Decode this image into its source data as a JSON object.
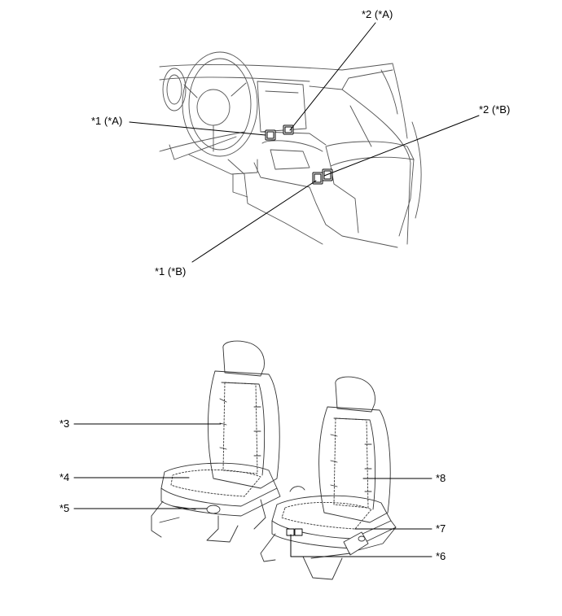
{
  "callouts": {
    "c1a": "*1 (*A)",
    "c2a": "*2 (*A)",
    "c2b": "*2 (*B)",
    "c1b": "*1 (*B)",
    "c3": "*3",
    "c4": "*4",
    "c5": "*5",
    "c6": "*6",
    "c7": "*7",
    "c8": "*8"
  },
  "colors": {
    "line": "#000000",
    "background": "#ffffff"
  }
}
